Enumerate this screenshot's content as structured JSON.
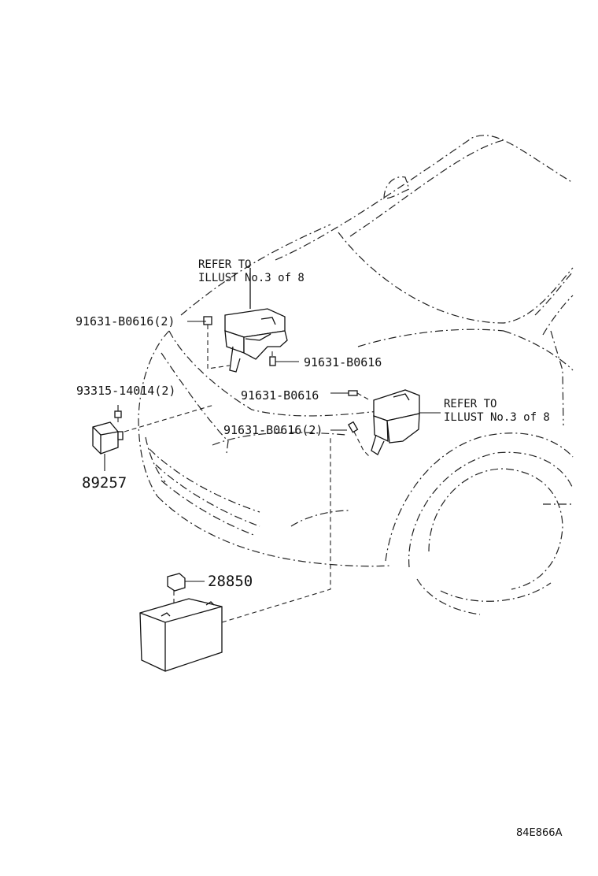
{
  "labels": {
    "refer_top_line1": "REFER TO",
    "refer_top_line2": "ILLUST No.3 of 8",
    "refer_right_line1": "REFER TO",
    "refer_right_line2": "ILLUST No.3 of 8",
    "bolt_upper_left": "91631-B0616(2)",
    "bolt_upper_right": "91631-B0616",
    "bolt_middle": "91631-B0616",
    "bolt_lower": "91631-B0616(2)",
    "screw_sensor": "93315-14014(2)",
    "part_sensor": "89257",
    "part_battery_clamp": "28850",
    "figure_code": "84E866A"
  }
}
